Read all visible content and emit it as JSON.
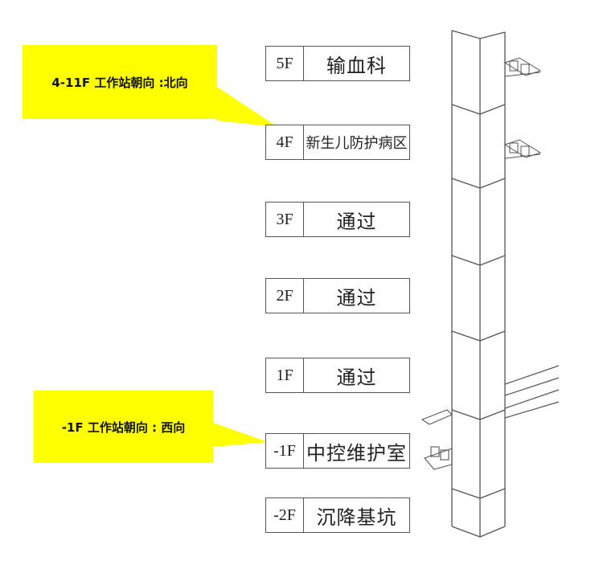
{
  "callouts": {
    "upper": "4-11F 工作站朝向 :北向",
    "lower": "-1F 工作站朝向 : 西向"
  },
  "floors": [
    {
      "level": "5F",
      "name": "输血科"
    },
    {
      "level": "4F",
      "name": "新生儿防护病区"
    },
    {
      "level": "3F",
      "name": "通过"
    },
    {
      "level": "2F",
      "name": "通过"
    },
    {
      "level": "1F",
      "name": "通过"
    },
    {
      "level": "-1F",
      "name": "中控维护室"
    },
    {
      "level": "-2F",
      "name": "沉降基坑"
    }
  ],
  "colors": {
    "callout": "#ffff00",
    "line": "#555555"
  }
}
